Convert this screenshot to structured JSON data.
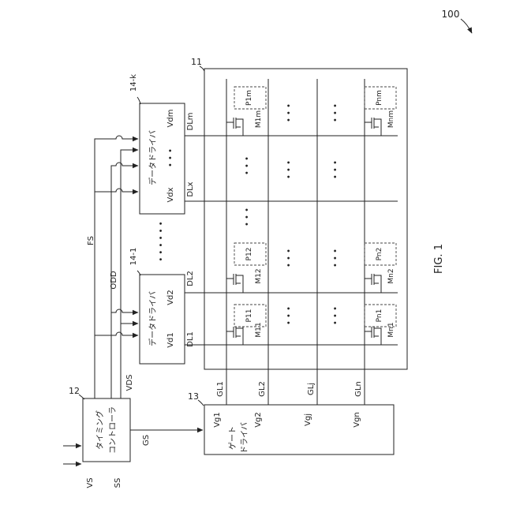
{
  "figure": {
    "number_ref": "100",
    "caption": "FIG. 1",
    "panel_ref": "11",
    "controller": {
      "ref": "12",
      "line1": "タイミング",
      "line2": "コントローラ"
    },
    "gate_driver": {
      "ref": "13",
      "line1": "ゲート",
      "line2": "ドライバ"
    },
    "inputs": [
      "VS",
      "SS"
    ],
    "signals": {
      "gs": "GS",
      "vds": "VDS",
      "odd": "ODD",
      "fs": "FS"
    },
    "data_driver_1": {
      "ref": "14-1",
      "title": "データドライバ",
      "out1": "Vd1",
      "out2": "Vd2"
    },
    "data_driver_k": {
      "ref": "14-k",
      "title": "データドライバ",
      "out1": "Vdx",
      "out2": "Vdm"
    },
    "data_lines": [
      "DL1",
      "DL2",
      "DLx",
      "DLm"
    ],
    "gate_lines": [
      "GL1",
      "GL2",
      "GLj",
      "GLn"
    ],
    "gate_outputs": [
      "Vg1",
      "Vg2",
      "Vgj",
      "Vgn"
    ],
    "pixels": [
      "P11",
      "P12",
      "P1m",
      "Pn1",
      "Pn2",
      "Pnm"
    ],
    "transistors": [
      "M11",
      "M12",
      "M1m",
      "Mn1",
      "Mn2",
      "Mnm"
    ],
    "dots": "• • •",
    "dots_long": "• • • • • •"
  }
}
